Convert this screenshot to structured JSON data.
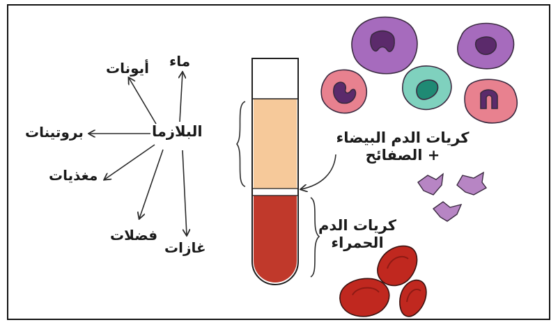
{
  "plasma": {
    "center": "البلازما",
    "components": {
      "water": "ماء",
      "ions": "أيونات",
      "proteins": "بروتينات",
      "nutrients": "مغذيات",
      "wastes": "فضلات",
      "gases": "غازات"
    }
  },
  "layers": {
    "white_cells_platelets_line1": "كريات الدم البيضاء",
    "white_cells_platelets_line2": "+ الصفائح",
    "red_cells_line1": "كريات الدم",
    "red_cells_line2": "الحمراء"
  },
  "colors": {
    "plasma": "#f6c99a",
    "red_layer": "#c0392b",
    "red_cell": "#c0281f",
    "red_cell_inner": "#8e1a14",
    "wbc_purple": "#a66bbd",
    "wbc_pink": "#e8818f",
    "wbc_teal": "#7fd1be",
    "platelet": "#b785c4"
  }
}
